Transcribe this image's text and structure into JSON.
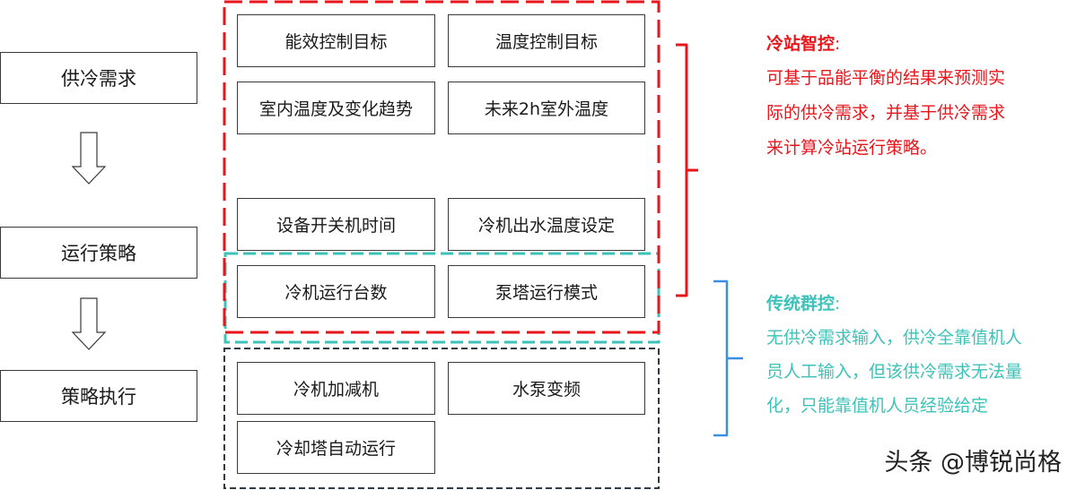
{
  "colors": {
    "red": "#e8161b",
    "teal": "#3cc2b8",
    "blue": "#3a8ee6",
    "dark": "#2e3b46"
  },
  "flow": {
    "step1": "供冷需求",
    "step2": "运行策略",
    "step3": "策略执行"
  },
  "boxes": {
    "b1": "能效控制目标",
    "b2": "温度控制目标",
    "b3": "室内温度及变化趋势",
    "b4": "未来2h室外温度",
    "b5": "设备开关机时间",
    "b6": "冷机出水温度设定",
    "b7": "冷机运行台数",
    "b8": "泵塔运行模式",
    "b9": "冷机加减机",
    "b10": "水泵变频",
    "b11": "冷却塔自动运行"
  },
  "smart": {
    "title": "冷站智控",
    "colon": ":",
    "line1": "可基于品能平衡的结果来预测实",
    "line2": "际的供冷需求，并基于供冷需求",
    "line3": "来计算冷站运行策略。"
  },
  "traditional": {
    "title": "传统群控",
    "colon": ":",
    "line1": "无供冷需求输入，供冷全靠值机人",
    "line2": "员人工输入，但该供冷需求无法量",
    "line3": "化，只能靠值机人员经验给定"
  },
  "watermark": "头条 @博锐尚格"
}
